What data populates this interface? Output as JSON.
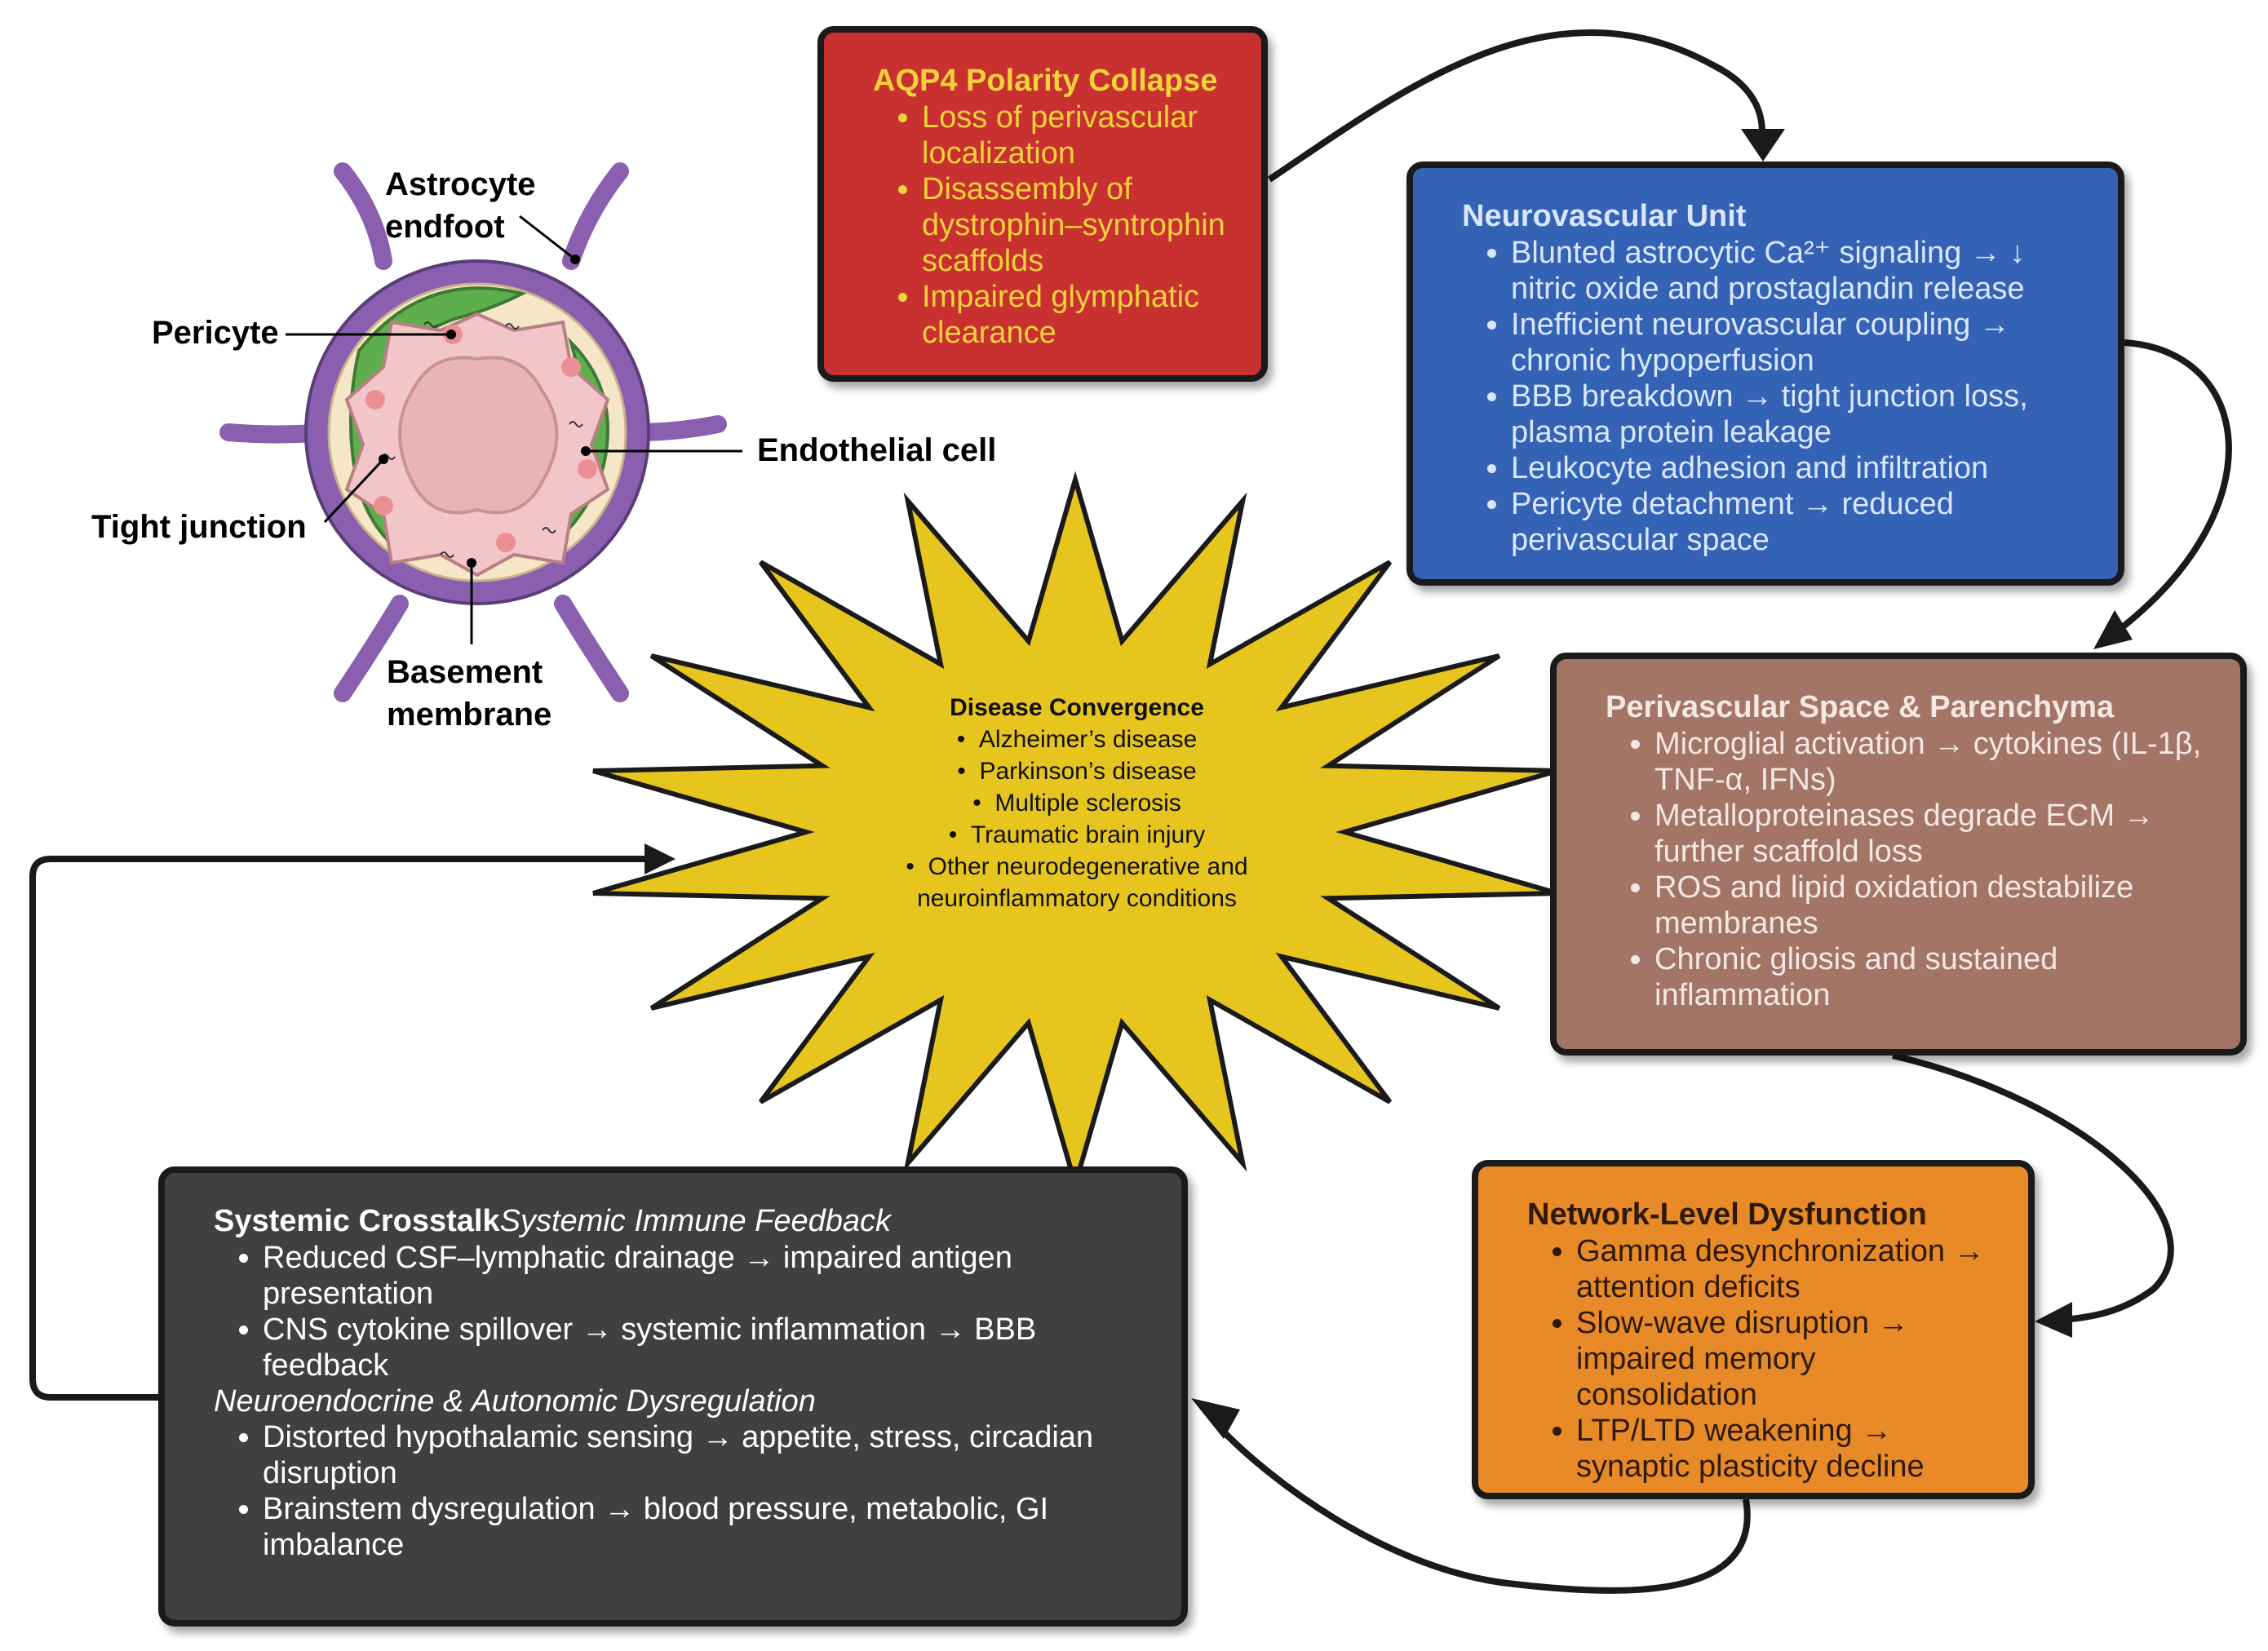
{
  "vessel_labels": {
    "astrocyte_endfoot_1": "Astrocyte",
    "astrocyte_endfoot_2": "endfoot",
    "pericyte": "Pericyte",
    "endothelial_cell": "Endothelial cell",
    "tight_junction": "Tight junction",
    "basement_membrane_1": "Basement",
    "basement_membrane_2": "membrane"
  },
  "aqp4": {
    "title": "AQP4 Polarity Collapse",
    "items": [
      "Loss of perivascular localization",
      "Disassembly of dystrophin–syntrophin scaffolds",
      "Impaired glymphatic clearance"
    ]
  },
  "nvu": {
    "title": "Neurovascular Unit",
    "items": [
      "Blunted astrocytic Ca²⁺ signaling → ↓ nitric oxide and prostaglandin release",
      "Inefficient neurovascular coupling → chronic hypoperfusion",
      "BBB breakdown → tight junction loss, plasma protein leakage",
      "Leukocyte adhesion and infiltration",
      "Pericyte detachment → reduced perivascular space"
    ]
  },
  "pvs": {
    "title": "Perivascular Space & Parenchyma",
    "items": [
      "Microglial activation → cytokines (IL-1β, TNF-α, IFNs)",
      "Metalloproteinases degrade ECM → further scaffold loss",
      "ROS and lipid oxidation destabilize membranes",
      "Chronic gliosis and sustained inflammation"
    ]
  },
  "network": {
    "title": "Network-Level Dysfunction",
    "items": [
      "Gamma desynchronization → attention deficits",
      "Slow-wave disruption → impaired memory consolidation",
      "LTP/LTD weakening → synaptic plasticity decline"
    ]
  },
  "systemic": {
    "title": "Systemic Crosstalk",
    "subtitle1": "Systemic Immune Feedback",
    "items1": [
      "Reduced CSF–lymphatic drainage → impaired antigen presentation",
      "CNS cytokine spillover → systemic inflammation → BBB feedback"
    ],
    "subtitle2": "Neuroendocrine & Autonomic Dysregulation",
    "items2": [
      "Distorted hypothalamic sensing → appetite, stress, circadian disruption",
      "Brainstem dysregulation → blood pressure, metabolic, GI imbalance"
    ]
  },
  "convergence": {
    "title": "Disease Convergence",
    "items": [
      "Alzheimer’s disease",
      "Parkinson’s disease",
      "Multiple sclerosis",
      "Traumatic brain injury",
      "Other neurodegenerative and neuroinflammatory conditions"
    ]
  },
  "colors": {
    "aqp4_bg": "#c93030",
    "aqp4_text": "#f1d23a",
    "nvu_bg": "#3462b4",
    "pvs_bg": "#a37566",
    "network_bg": "#e88a27",
    "systemic_bg": "#404040",
    "burst_fill": "#e6c51f",
    "astrocyte": "#8a5fb0",
    "pericyte_green": "#5fae4e",
    "endothelial_pink": "#f2c6c8"
  }
}
